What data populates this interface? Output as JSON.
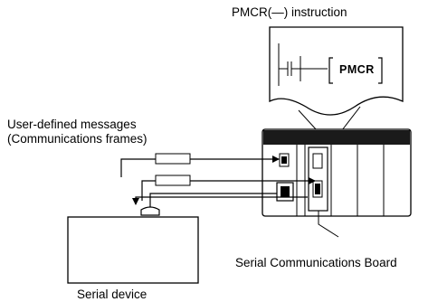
{
  "labels": {
    "instruction_caption": "PMCR(—) instruction",
    "ladder_block": "PMCR",
    "messages_line1": "User-defined messages",
    "messages_line2": "(Communications frames)",
    "board_caption": "Serial Communications Board",
    "device_caption": "Serial device"
  }
}
